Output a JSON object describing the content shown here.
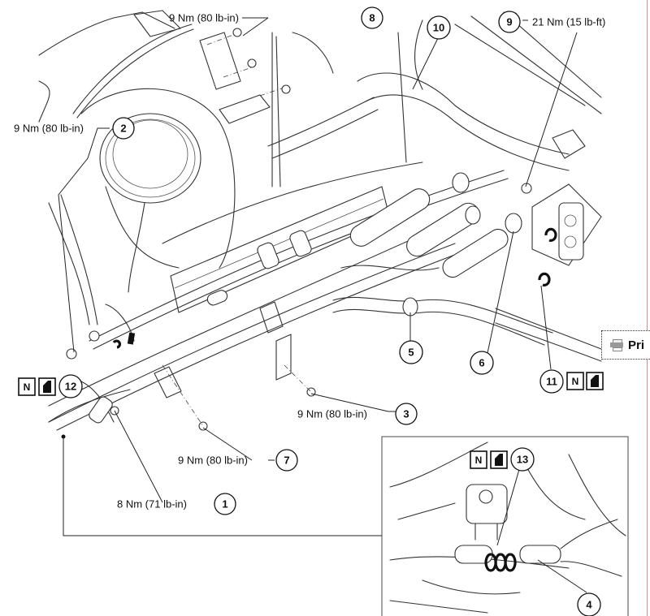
{
  "diagram": {
    "title": "Heater hose / coolant tube installation",
    "callouts": [
      {
        "id": "1",
        "torque": "8 Nm (71 lb-in)"
      },
      {
        "id": "2",
        "torque": "9 Nm (80 lb-in)"
      },
      {
        "id": "3",
        "torque": "9 Nm (80 lb-in)"
      },
      {
        "id": "4",
        "torque": ""
      },
      {
        "id": "5",
        "torque": ""
      },
      {
        "id": "6",
        "torque": ""
      },
      {
        "id": "7",
        "torque": "9 Nm (80 lb-in)"
      },
      {
        "id": "8",
        "torque": "9 Nm (80 lb-in)"
      },
      {
        "id": "9",
        "torque": "21 Nm (15 lb-ft)"
      },
      {
        "id": "10",
        "torque": ""
      },
      {
        "id": "11",
        "torque": ""
      },
      {
        "id": "12",
        "torque": ""
      },
      {
        "id": "13",
        "torque": ""
      }
    ],
    "badges": {
      "new_part_letter": "N",
      "new_part_meaning": "new-part",
      "lubricate_meaning": "lubricate"
    },
    "badge_callouts": [
      "11",
      "12",
      "13"
    ],
    "inset": {
      "label": "detail view",
      "callouts": [
        "4",
        "13"
      ]
    }
  },
  "toolbar": {
    "print_label": "Pri",
    "print_icon": "printer-icon"
  },
  "colors": {
    "line": "#333333",
    "o_ring": "#111111",
    "edge_accent": "#e08a80"
  }
}
